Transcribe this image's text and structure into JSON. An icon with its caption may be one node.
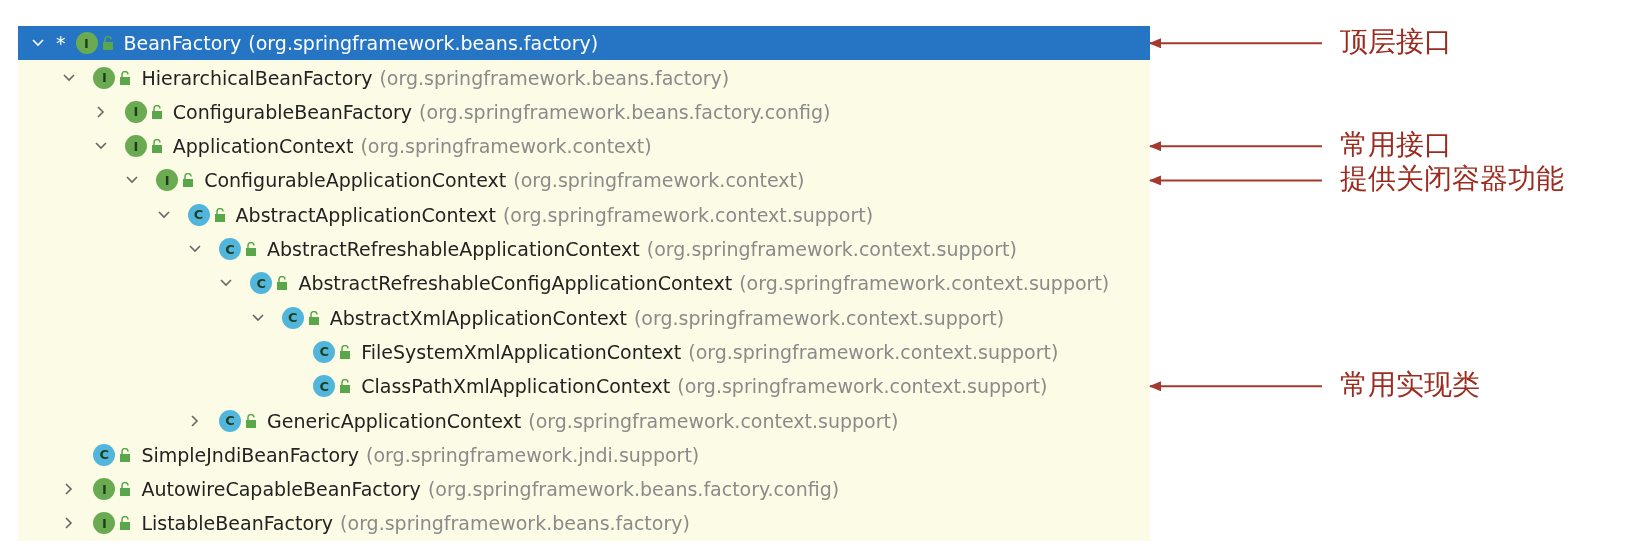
{
  "diagram": {
    "nodes": [
      {
        "text": [
          "*",
          "I",
          "BeanFactory",
          "(org.springframework.beans.factory)"
        ]
      },
      {
        "text": [
          "I",
          "HierarchicalBeanFactory",
          "(org.springframework.beans.factory)"
        ]
      },
      {
        "text": [
          "I",
          "ConfigurableBeanFactory",
          "(org.springframework.beans.factory.config)"
        ]
      },
      {
        "text": [
          "I",
          "ApplicationContext",
          "(org.springframework.context)"
        ]
      },
      {
        "text": [
          "I",
          "ConfigurableApplicationContext",
          "(org.springframework.context)"
        ]
      },
      {
        "text": [
          "C",
          "AbstractApplicationContext",
          "(org.springframework.context.support)"
        ]
      },
      {
        "text": [
          "C",
          "AbstractRefreshableApplicationContext",
          "(org.springframework.context.support)"
        ]
      },
      {
        "text": [
          "C",
          "AbstractRefreshableConfigApplicationContext",
          "(org.springframework.context.support)"
        ]
      },
      {
        "text": [
          "C",
          "AbstractXmlApplicationContext",
          "(org.springframework.context.support)"
        ]
      },
      {
        "text": [
          "C",
          "FileSystemXmlApplicationContext",
          "(org.springframework.context.support)"
        ]
      },
      {
        "text": [
          "C",
          "ClassPathXmlApplicationContext",
          "(org.springframework.context.support)"
        ]
      },
      {
        "text": [
          "C",
          "GenericApplicationContext",
          "(org.springframework.context.support)"
        ]
      },
      {
        "text": [
          "C",
          "SimpleJndiBeanFactory",
          "(org.springframework.jndi.support)"
        ]
      },
      {
        "text": [
          "I",
          "AutowireCapableBeanFactory",
          "(org.springframework.beans.factory.config)"
        ]
      },
      {
        "text": [
          "I",
          "ListableBeanFactory",
          "(org.springframework.beans.factory)"
        ]
      },
      {
        "text": [
          "顶层接口"
        ]
      },
      {
        "text": [
          "常用接口"
        ]
      },
      {
        "text": [
          "提供关闭容器功能"
        ]
      },
      {
        "text": [
          "常用实现类"
        ]
      }
    ],
    "edges": [
      {
        "from": 15,
        "to": 0,
        "arrow": "to"
      },
      {
        "from": 16,
        "to": 3,
        "arrow": "to"
      },
      {
        "from": 17,
        "to": 4,
        "arrow": "to"
      },
      {
        "from": 18,
        "to": 10,
        "arrow": "to"
      }
    ]
  }
}
